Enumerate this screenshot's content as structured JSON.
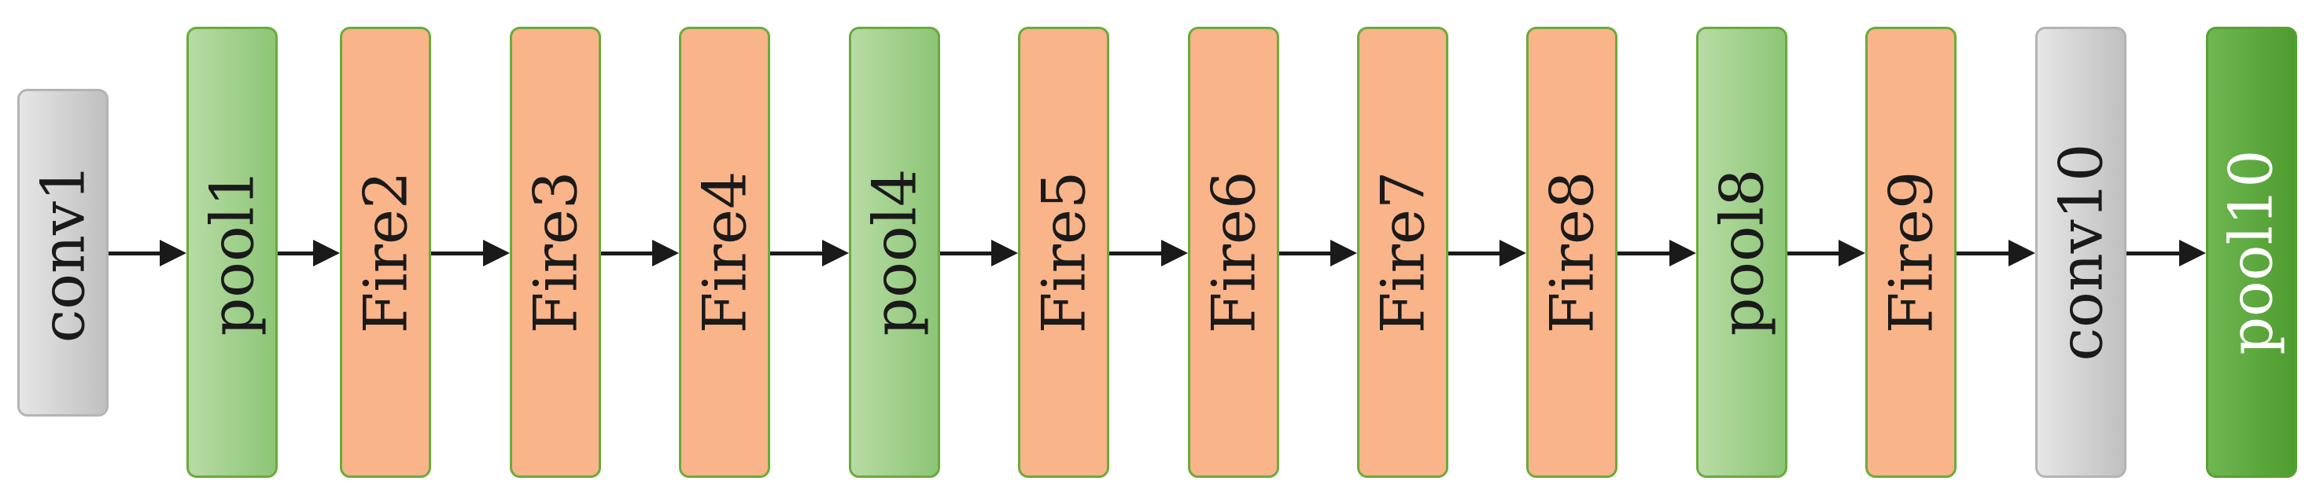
{
  "diagram": {
    "blocks": [
      {
        "label": "conv1",
        "kind": "conv"
      },
      {
        "label": "pool1",
        "kind": "pool"
      },
      {
        "label": "Fire2",
        "kind": "fire"
      },
      {
        "label": "Fire3",
        "kind": "fire"
      },
      {
        "label": "Fire4",
        "kind": "fire"
      },
      {
        "label": "pool4",
        "kind": "pool"
      },
      {
        "label": "Fire5",
        "kind": "fire"
      },
      {
        "label": "Fire6",
        "kind": "fire"
      },
      {
        "label": "Fire7",
        "kind": "fire"
      },
      {
        "label": "Fire8",
        "kind": "fire"
      },
      {
        "label": "pool8",
        "kind": "pool"
      },
      {
        "label": "Fire9",
        "kind": "fire"
      },
      {
        "label": "conv10",
        "kind": "conv"
      },
      {
        "label": "pool10",
        "kind": "pool-dark"
      }
    ],
    "colors": {
      "conv": "#d3d3d3",
      "pool": "#a6d18f",
      "fire": "#f9b489",
      "pool_dark": "#5daa3f",
      "block_border": "#6aab3c",
      "arrow": "#1a1a1a"
    }
  }
}
